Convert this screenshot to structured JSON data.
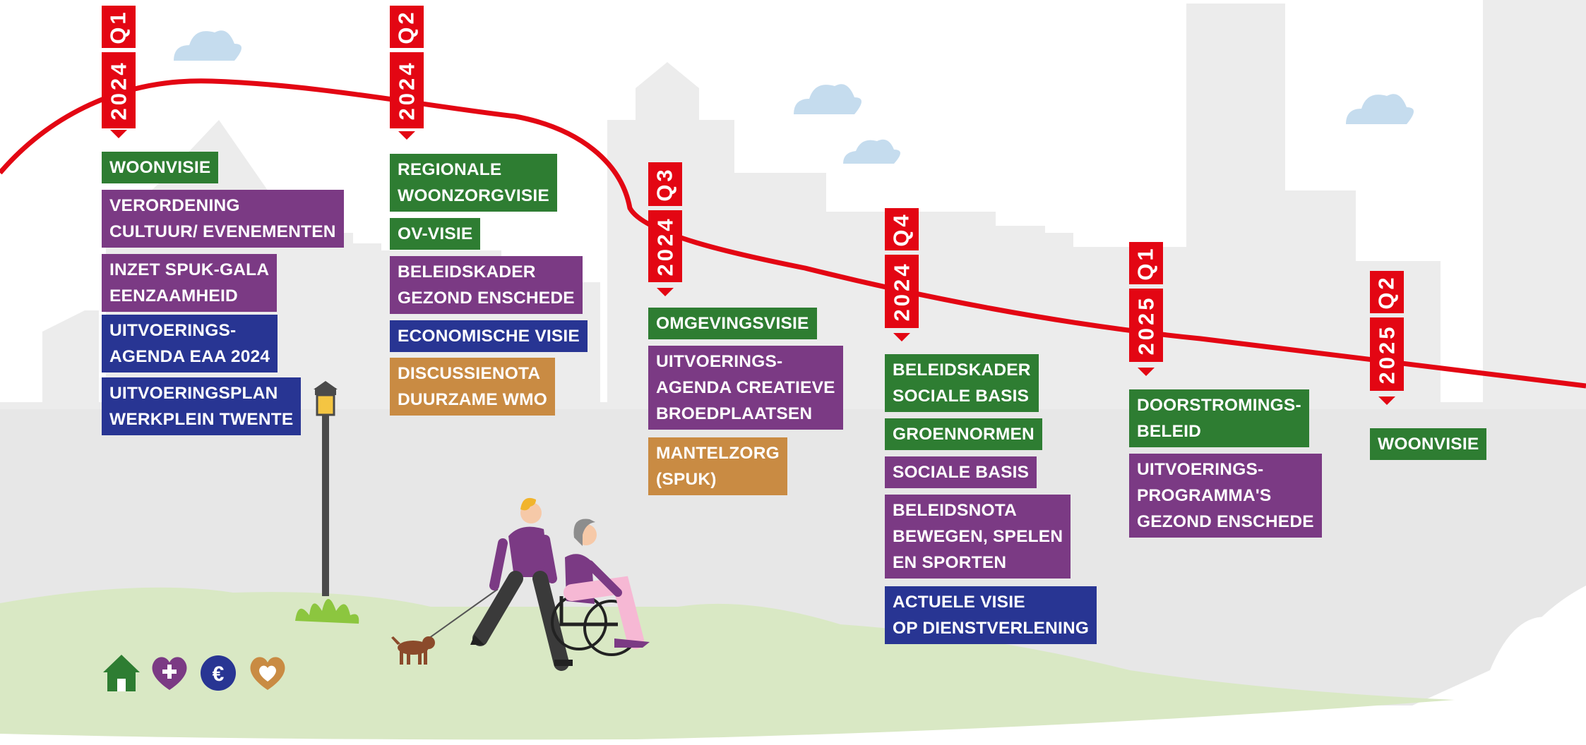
{
  "colors": {
    "timeline_red": "#e30613",
    "green": "#2e7d32",
    "purple": "#7b3a84",
    "blue": "#283593",
    "orange": "#c98b43"
  },
  "legend": [
    {
      "icon": "house-icon",
      "color": "#2e7d32"
    },
    {
      "icon": "heart-plus-icon",
      "color": "#7b3a84"
    },
    {
      "icon": "euro-icon",
      "color": "#283593"
    },
    {
      "icon": "heart-icon",
      "color": "#c98b43"
    }
  ],
  "quarters": [
    {
      "year": "2024",
      "quarter": "Q1",
      "items": [
        {
          "lines": [
            "WOONVISIE"
          ],
          "color": "green"
        },
        {
          "lines": [
            "VERORDENING",
            "CULTUUR/ EVENEMENTEN"
          ],
          "color": "purple"
        },
        {
          "lines": [
            "INZET SPUK-GALA",
            "EENZAAMHEID"
          ],
          "color": "purple"
        },
        {
          "lines": [
            "UITVOERINGS-",
            "AGENDA EAA 2024"
          ],
          "color": "blue"
        },
        {
          "lines": [
            "UITVOERINGSPLAN",
            "WERKPLEIN TWENTE"
          ],
          "color": "blue"
        }
      ]
    },
    {
      "year": "2024",
      "quarter": "Q2",
      "items": [
        {
          "lines": [
            "REGIONALE",
            "WOONZORGVISIE"
          ],
          "color": "green"
        },
        {
          "lines": [
            "OV-VISIE"
          ],
          "color": "green"
        },
        {
          "lines": [
            "BELEIDSKADER",
            "GEZOND ENSCHEDE"
          ],
          "color": "purple"
        },
        {
          "lines": [
            "ECONOMISCHE VISIE"
          ],
          "color": "blue"
        },
        {
          "lines": [
            "DISCUSSIENOTA",
            "DUURZAME WMO"
          ],
          "color": "orange"
        }
      ]
    },
    {
      "year": "2024",
      "quarter": "Q3",
      "items": [
        {
          "lines": [
            "OMGEVINGSVISIE"
          ],
          "color": "green"
        },
        {
          "lines": [
            "UITVOERINGS-",
            "AGENDA CREATIEVE",
            "BROEDPLAATSEN"
          ],
          "color": "purple"
        },
        {
          "lines": [
            "MANTELZORG",
            "(SPUK)"
          ],
          "color": "orange"
        }
      ]
    },
    {
      "year": "2024",
      "quarter": "Q4",
      "items": [
        {
          "lines": [
            "BELEIDSKADER",
            "SOCIALE BASIS"
          ],
          "color": "green"
        },
        {
          "lines": [
            "GROENNORMEN"
          ],
          "color": "green"
        },
        {
          "lines": [
            "SOCIALE BASIS"
          ],
          "color": "purple"
        },
        {
          "lines": [
            "BELEIDSNOTA",
            "BEWEGEN, SPELEN",
            "EN SPORTEN"
          ],
          "color": "purple"
        },
        {
          "lines": [
            "ACTUELE VISIE",
            "OP DIENSTVERLENING"
          ],
          "color": "blue"
        }
      ]
    },
    {
      "year": "2025",
      "quarter": "Q1",
      "items": [
        {
          "lines": [
            "DOORSTROMINGS-",
            "BELEID"
          ],
          "color": "green"
        },
        {
          "lines": [
            "UITVOERINGS-",
            "PROGRAMMA'S",
            "GEZOND ENSCHEDE"
          ],
          "color": "purple"
        }
      ]
    },
    {
      "year": "2025",
      "quarter": "Q2",
      "items": [
        {
          "lines": [
            "WOONVISIE"
          ],
          "color": "green"
        }
      ]
    }
  ]
}
